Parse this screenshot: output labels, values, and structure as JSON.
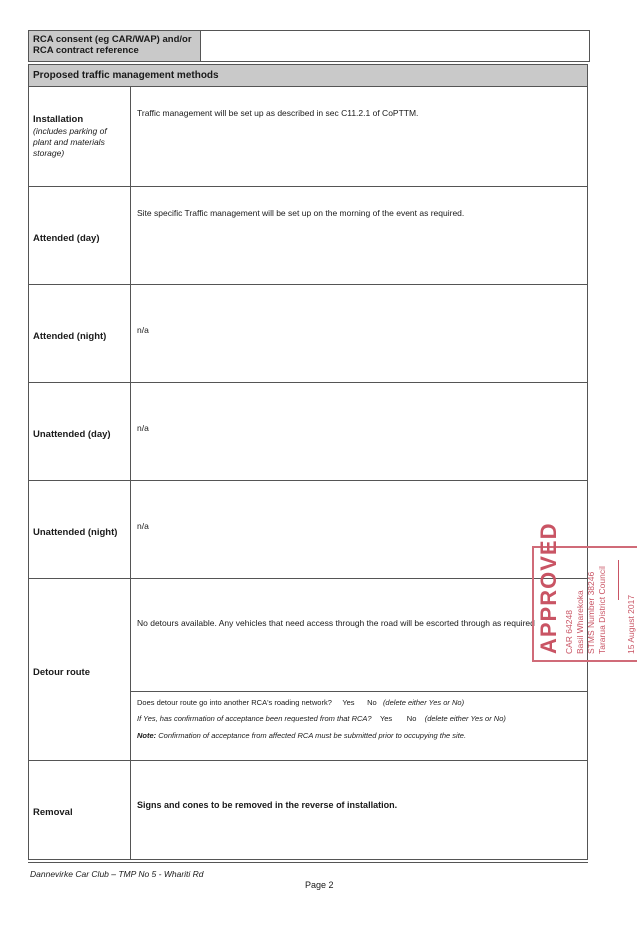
{
  "consent": {
    "label_line1": "RCA consent (eg CAR/WAP) and/or",
    "label_line2": "RCA contract reference",
    "value": ""
  },
  "table": {
    "header": "Proposed traffic management methods",
    "installation": {
      "label": "Installation",
      "sub_line1": "(includes parking of",
      "sub_line2": "plant and materials",
      "sub_line3": "storage)",
      "content": "Traffic management will be set up as described in sec C11.2.1 of CoPTTM."
    },
    "attended_day": {
      "label": "Attended (day)",
      "content": "Site specific Traffic management will be set up on the morning of the event as required."
    },
    "attended_night": {
      "label": "Attended (night)",
      "content": "n/a"
    },
    "unattended_day": {
      "label": "Unattended (day)",
      "content": "n/a"
    },
    "unattended_night": {
      "label": "Unattended (night)",
      "content": "n/a"
    },
    "detour": {
      "label": "Detour route",
      "content": "No detours available. Any vehicles that need access through the road will be escorted through as required",
      "q1_text": "Does detour route go into another RCA's roading network?",
      "q1_yes": "Yes",
      "q1_no": "No",
      "q1_hint": "(delete either Yes or No)",
      "q2_text": "If Yes, has confirmation of acceptance been requested from that RCA?",
      "q2_yes": "Yes",
      "q2_no": "No",
      "q2_hint": "(delete either Yes or No)",
      "note_label": "Note:",
      "note_text": "Confirmation of acceptance from affected RCA must be submitted prior to occupying the site."
    },
    "removal": {
      "label": "Removal",
      "content": "Signs and cones to be removed in the reverse of installation."
    }
  },
  "stamp": {
    "title": "APPROVED",
    "line1": "CAR 64248",
    "line2": "Basil Wharekoka",
    "line3": "STMS Number 38246",
    "line4": "Tararua District Council",
    "date": "15 August 2017",
    "color": "#c95464"
  },
  "footer": {
    "left": "Dannevirke Car Club – TMP No 5 - Whariti Rd",
    "page": "Page 2"
  }
}
